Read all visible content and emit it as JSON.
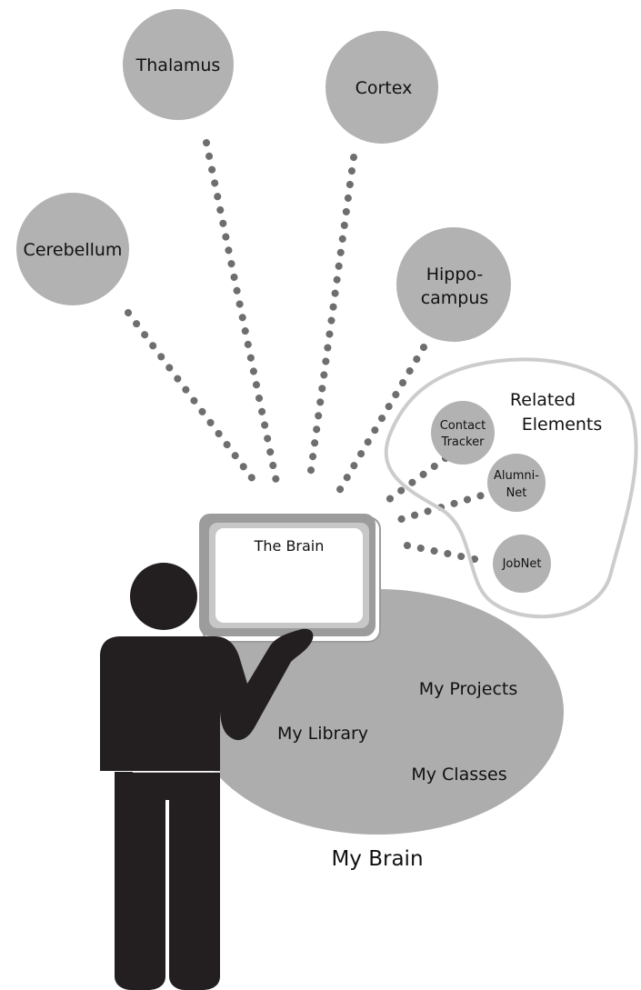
{
  "colors": {
    "node_fill": "#b2b2b2",
    "ellipse_fill": "#adadad",
    "tablet_frame": "#9c9c9c",
    "tablet_inner": "#c7c7c7",
    "screen": "#ffffff",
    "dots": "#6e6e6e",
    "group_outline": "#cccccc",
    "figure": "#231f20"
  },
  "brain_regions": {
    "thalamus": "Thalamus",
    "cortex": "Cortex",
    "cerebellum": "Cerebellum",
    "hippocampus_line1": "Hippo-",
    "hippocampus_line2": "campus"
  },
  "related": {
    "title_line1": "Related",
    "title_line2": "Elements",
    "contact_line1": "Contact",
    "contact_line2": "Tracker",
    "alumni_line1": "Alumni-",
    "alumni_line2": "Net",
    "jobnet": "JobNet"
  },
  "tablet": {
    "screen_title": "The Brain"
  },
  "my_brain": {
    "projects": "My Projects",
    "library": "My Library",
    "classes": "My Classes",
    "caption": "My Brain"
  }
}
